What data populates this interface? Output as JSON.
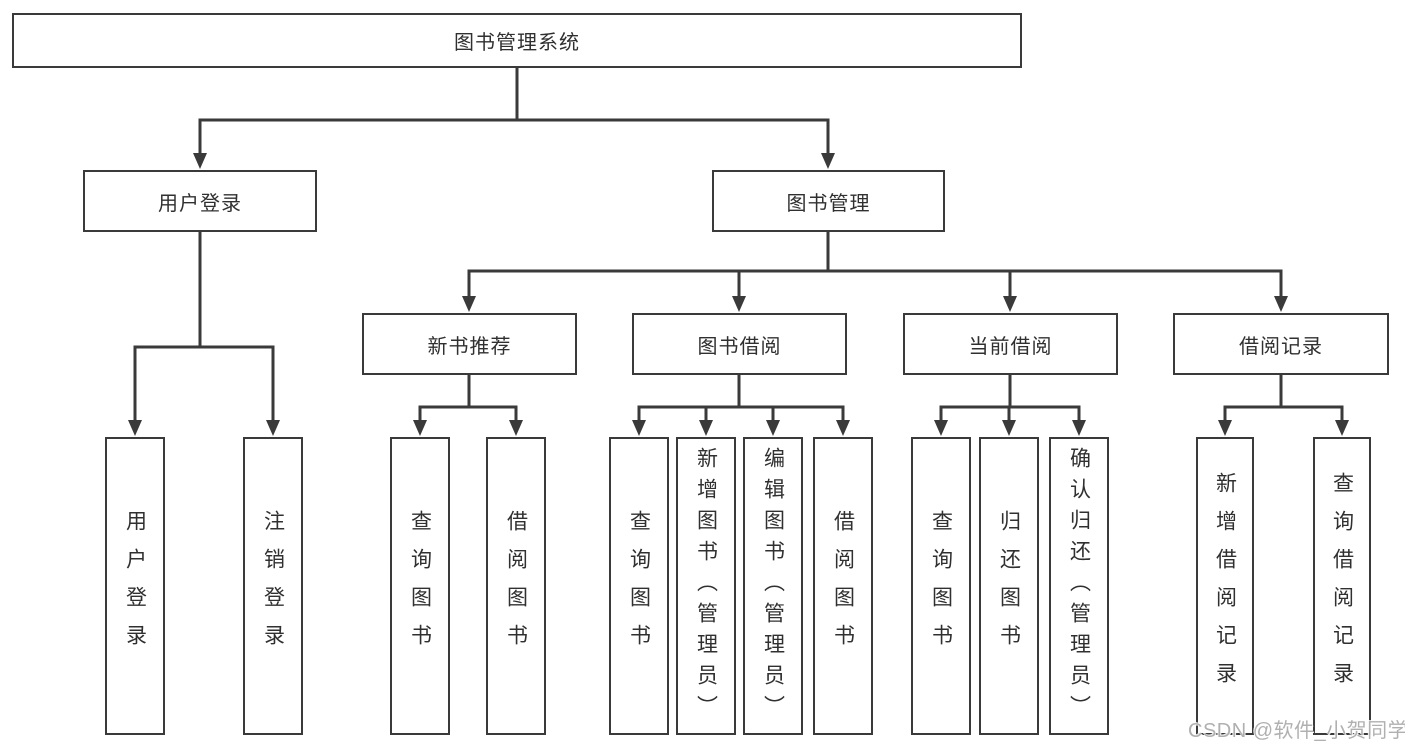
{
  "diagram_title": "图书管理系统",
  "tree": {
    "label": "图书管理系统",
    "children": [
      {
        "label": "用户登录",
        "children": [
          {
            "label": "用户登录"
          },
          {
            "label": "注销登录"
          }
        ]
      },
      {
        "label": "图书管理",
        "children": [
          {
            "label": "新书推荐",
            "children": [
              {
                "label": "查询图书"
              },
              {
                "label": "借阅图书"
              }
            ]
          },
          {
            "label": "图书借阅",
            "children": [
              {
                "label": "查询图书"
              },
              {
                "label": "新增图书（管理员）"
              },
              {
                "label": "编辑图书（管理员）"
              },
              {
                "label": "借阅图书"
              }
            ]
          },
          {
            "label": "当前借阅",
            "children": [
              {
                "label": "查询图书"
              },
              {
                "label": "归还图书"
              },
              {
                "label": "确认归还（管理员）"
              }
            ]
          },
          {
            "label": "借阅记录",
            "children": [
              {
                "label": "新增借阅记录"
              },
              {
                "label": "查询借阅记录"
              }
            ]
          }
        ]
      }
    ]
  },
  "watermark": "CSDN @软件_小贺同学",
  "colors": {
    "line": "#3a3a3a",
    "box_border": "#3a3a3a",
    "text": "#303030",
    "watermark": "#b0b0b0",
    "background": "#ffffff"
  }
}
